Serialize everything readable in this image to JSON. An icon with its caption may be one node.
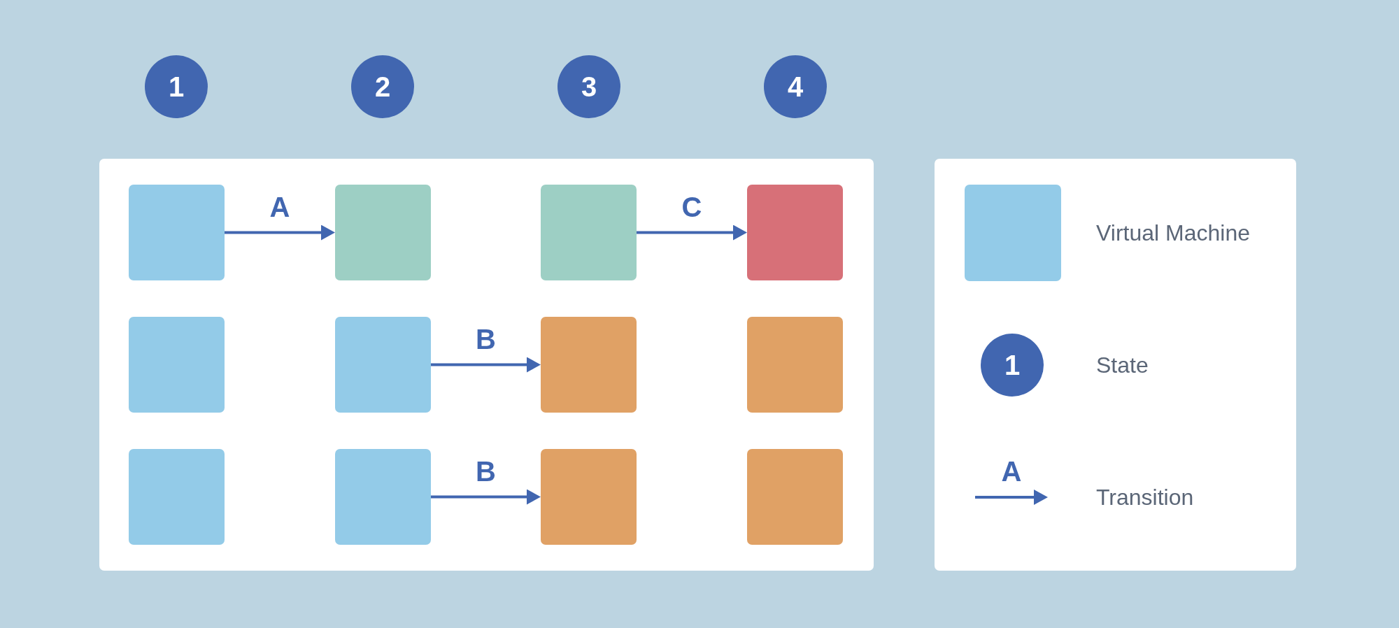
{
  "diagram": {
    "nodes": [
      {
        "text": [
          "1"
        ]
      },
      {
        "text": [
          "2"
        ]
      },
      {
        "text": [
          "3"
        ]
      },
      {
        "text": [
          "4"
        ]
      },
      {
        "text": [],
        "shape": "box"
      },
      {
        "text": [],
        "shape": "box",
        "in": 4
      },
      {
        "text": [],
        "shape": "box",
        "in": 4
      },
      {
        "text": [],
        "shape": "box",
        "in": 4
      },
      {
        "text": [],
        "shape": "box",
        "in": 4
      },
      {
        "text": [],
        "shape": "box",
        "in": 4
      },
      {
        "text": [],
        "shape": "box",
        "in": 4
      },
      {
        "text": [],
        "shape": "box",
        "in": 4
      },
      {
        "text": [],
        "shape": "box",
        "in": 4
      },
      {
        "text": [],
        "shape": "box",
        "in": 4
      },
      {
        "text": [],
        "shape": "box",
        "in": 4
      },
      {
        "text": [],
        "shape": "box",
        "in": 4
      },
      {
        "text": [],
        "shape": "box",
        "in": 4
      }
    ],
    "edges": [
      {
        "from": 5,
        "to": 6,
        "arrow": "to",
        "label": "A"
      },
      {
        "from": 7,
        "to": 8,
        "arrow": "to",
        "label": "C"
      },
      {
        "from": 10,
        "to": 11,
        "arrow": "to",
        "label": "B"
      },
      {
        "from": 14,
        "to": 15,
        "arrow": "to",
        "label": "B"
      }
    ],
    "labels": [
      "1",
      "A"
    ],
    "legend": [
      {
        "text": "Virtual Machine",
        "color": "#93cbe8"
      },
      {
        "text": "State"
      },
      {
        "text": "Transition"
      }
    ]
  }
}
